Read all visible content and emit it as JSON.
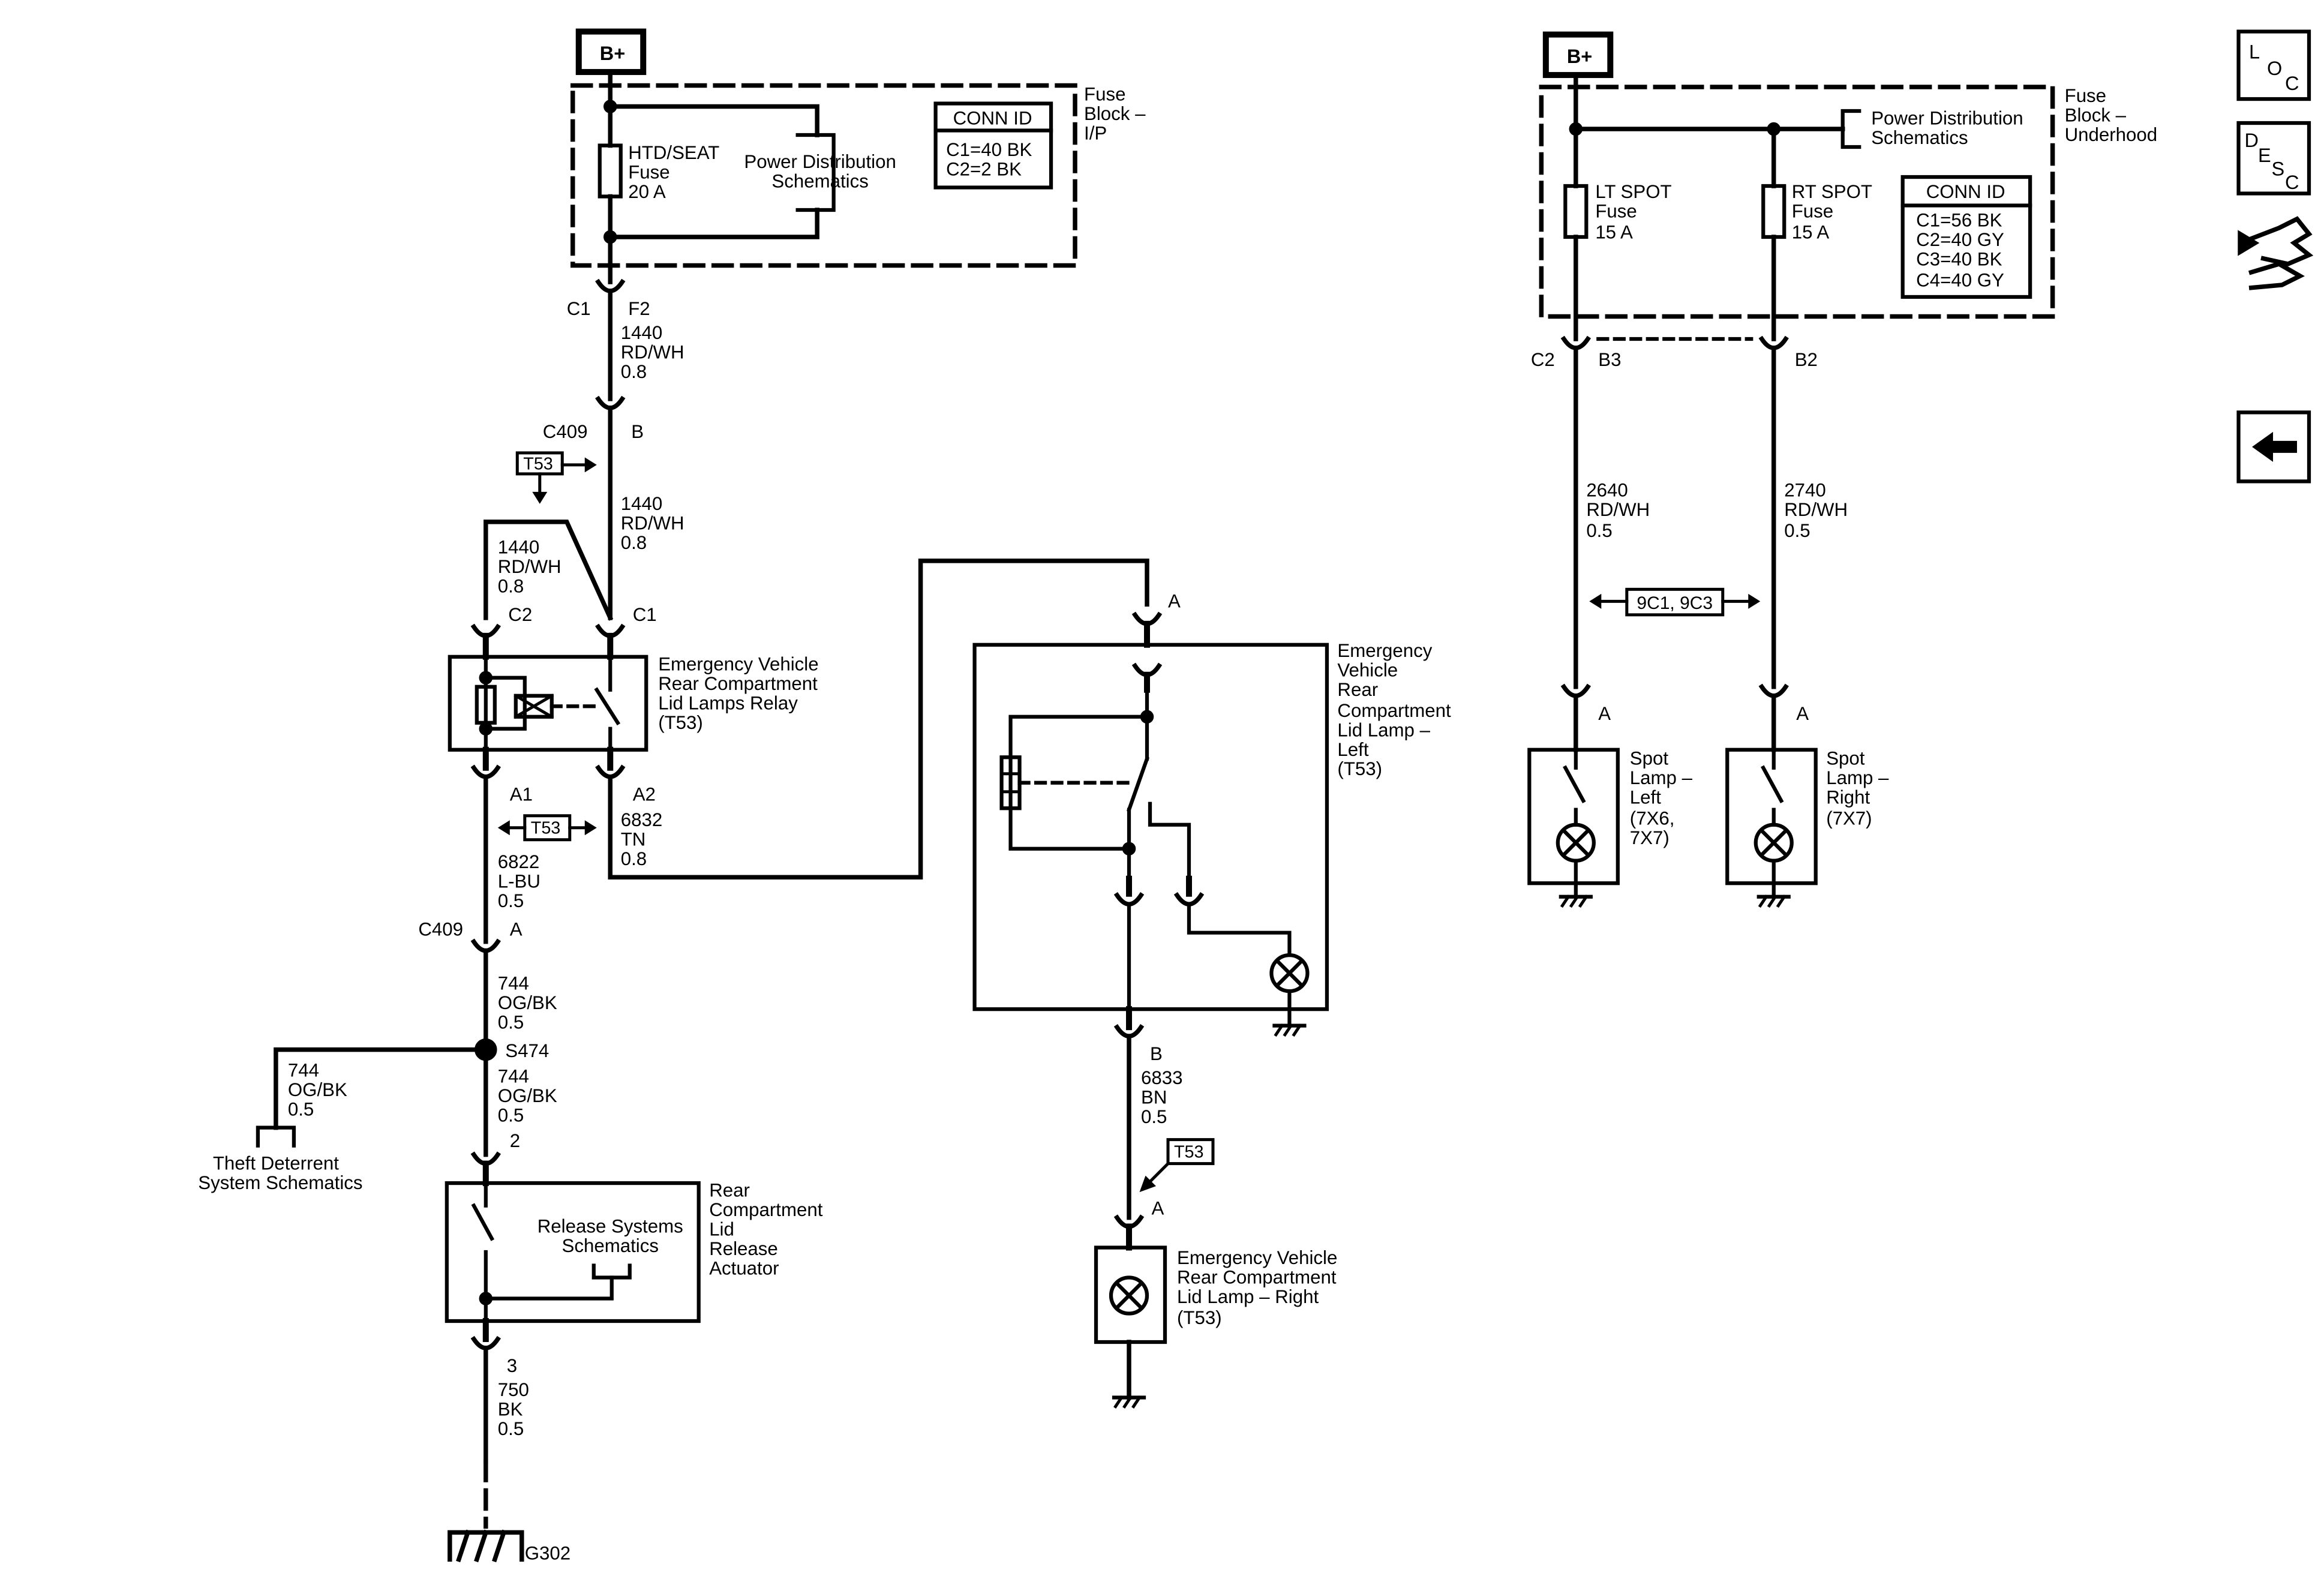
{
  "left": {
    "bplus": "B+",
    "fuse_block": {
      "title": [
        "Fuse",
        "Block –",
        "I/P"
      ]
    },
    "fuse": {
      "label": [
        "HTD/SEAT",
        "Fuse",
        "20 A"
      ]
    },
    "pds": [
      "Power Distribution",
      "Schematics"
    ],
    "conn_id": {
      "title": "CONN ID",
      "rows": [
        "C1=40 BK",
        "C2=2 BK"
      ]
    },
    "c1": "C1",
    "f2": "F2",
    "wire_1440_a": [
      "1440",
      "RD/WH",
      "0.8"
    ],
    "c409_top": "C409",
    "b_pin": "B",
    "t53_top": "T53",
    "wire_1440_b": [
      "1440",
      "RD/WH",
      "0.8"
    ],
    "wire_1440_c": [
      "1440",
      "RD/WH",
      "0.8"
    ],
    "relay_c2": "C2",
    "relay_c1": "C1",
    "relay": {
      "label": [
        "Emergency Vehicle",
        "Rear Compartment",
        "Lid Lamps Relay",
        "(T53)"
      ]
    },
    "relay_a1": "A1",
    "relay_a2": "A2",
    "t53_mid": "T53",
    "wire_6832": [
      "6832",
      "TN",
      "0.8"
    ],
    "wire_6822": [
      "6822",
      "L-BU",
      "0.5"
    ],
    "c409_bot": "C409",
    "a_pin": "A",
    "wire_744_a": [
      "744",
      "OG/BK",
      "0.5"
    ],
    "splice": "S474",
    "wire_744_b": [
      "744",
      "OG/BK",
      "0.5"
    ],
    "wire_744_c": [
      "744",
      "OG/BK",
      "0.5"
    ],
    "theft": [
      "Theft Deterrent",
      "System Schematics"
    ],
    "actuator_pin2": "2",
    "release": [
      "Release Systems",
      "Schematics"
    ],
    "actuator": [
      "Rear",
      "Compartment",
      "Lid",
      "Release",
      "Actuator"
    ],
    "actuator_pin3": "3",
    "wire_750": [
      "750",
      "BK",
      "0.5"
    ],
    "ground": "G302"
  },
  "middle": {
    "lamp_left_pin_a": "A",
    "lamp_left": [
      "Emergency",
      "Vehicle",
      "Rear",
      "Compartment",
      "Lid Lamp –",
      "Left",
      "(T53)"
    ],
    "lamp_left_pin_b": "B",
    "wire_6833": [
      "6833",
      "BN",
      "0.5"
    ],
    "t53": "T53",
    "lamp_right_pin_a": "A",
    "lamp_right": [
      "Emergency Vehicle",
      "Rear Compartment",
      "Lid Lamp – Right",
      "(T53)"
    ]
  },
  "right": {
    "bplus": "B+",
    "fuse_block": [
      "Fuse",
      "Block –",
      "Underhood"
    ],
    "pds": [
      "Power Distribution",
      "Schematics"
    ],
    "fuse_lt": [
      "LT SPOT",
      "Fuse",
      "15 A"
    ],
    "fuse_rt": [
      "RT SPOT",
      "Fuse",
      "15 A"
    ],
    "conn_id": {
      "title": "CONN ID",
      "rows": [
        "C1=56 BK",
        "C2=40 GY",
        "C3=40 BK",
        "C4=40 GY"
      ]
    },
    "c2": "C2",
    "b3": "B3",
    "b2": "B2",
    "wire_2640": [
      "2640",
      "RD/WH",
      "0.5"
    ],
    "wire_2740": [
      "2740",
      "RD/WH",
      "0.5"
    ],
    "ref": "9C1, 9C3",
    "pin_a_left": "A",
    "pin_a_right": "A",
    "spot_left": [
      "Spot",
      "Lamp –",
      "Left",
      "(7X6,",
      "7X7)"
    ],
    "spot_right": [
      "Spot",
      "Lamp –",
      "Right",
      "(7X7)"
    ]
  },
  "nav": {
    "loc": [
      "L",
      "O",
      "C"
    ],
    "desc": [
      "D",
      "E",
      "S",
      "C"
    ]
  }
}
